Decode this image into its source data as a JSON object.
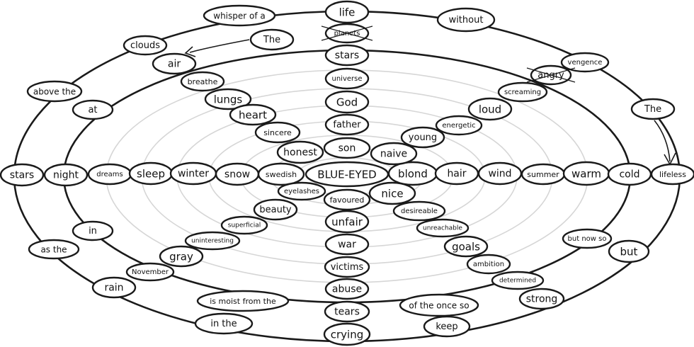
{
  "diagram": {
    "center": "BLUE-EYED",
    "words": {
      "life": "life",
      "planets": "planets",
      "stars_top": "stars",
      "universe": "universe",
      "god": "God",
      "father": "father",
      "son": "son",
      "favoured": "favoured",
      "unfair": "unfair",
      "war": "war",
      "victims": "victims",
      "abuse": "abuse",
      "tears": "tears",
      "crying": "crying",
      "stars_left": "stars",
      "night": "night",
      "dreams": "dreams",
      "sleep": "sleep",
      "winter": "winter",
      "snow": "snow",
      "swedish": "swedish",
      "blond": "blond",
      "hair": "hair",
      "wind": "wind",
      "summer": "summer",
      "warm": "warm",
      "cold": "cold",
      "lifeless": "lifeless",
      "the_left": "The",
      "air": "air",
      "breathe": "breathe",
      "lungs": "lungs",
      "heart": "heart",
      "sincere": "sincere",
      "honest": "honest",
      "naive": "naive",
      "young": "young",
      "energetic": "energetic",
      "loud": "loud",
      "screaming": "screaming",
      "angry": "angry",
      "vengence": "vengence",
      "without": "without",
      "the_right": "The",
      "eyelashes": "eyelashes",
      "beauty": "beauty",
      "superficial": "superficial",
      "uninteresting": "uninteresting",
      "gray": "gray",
      "november": "November",
      "nice": "nice",
      "desireable": "desireable",
      "unreachable": "unreachable",
      "goals": "goals",
      "ambition": "ambition",
      "determined": "determined",
      "strong": "strong",
      "but_now_so": "but now so",
      "but": "but",
      "whisper_of_a": "whisper of a",
      "clouds": "clouds",
      "above_the": "above the",
      "at": "at",
      "in": "in",
      "as_the": "as the",
      "rain": "rain",
      "moist": "is moist from the",
      "in_the": "in the",
      "of_the_once_so": "of the once so",
      "keep": "keep"
    }
  }
}
